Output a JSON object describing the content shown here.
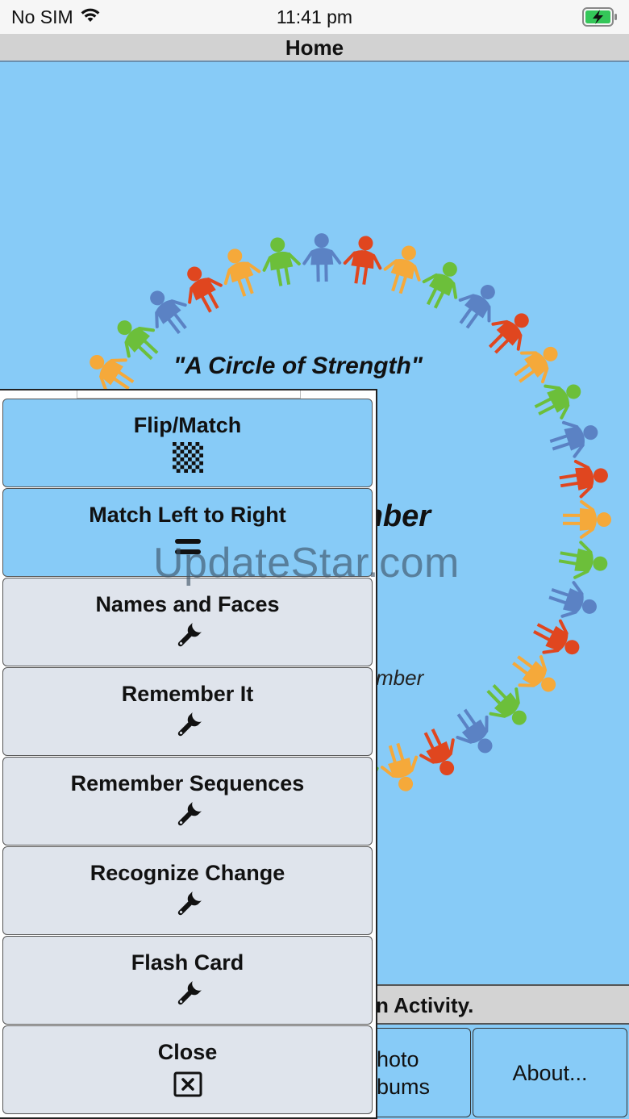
{
  "status_bar": {
    "carrier": "No SIM",
    "time": "11:41 pm",
    "wifi_icon": "wifi-icon",
    "battery_icon": "battery-charging-icon",
    "battery_color": "#34c759"
  },
  "title_bar": {
    "title": "Home"
  },
  "main": {
    "tagline": "\"A Circle of Strength\"",
    "app_title_partial": "ember",
    "registered_mark": "®",
    "subtitle_partial": "mber",
    "watermark": "UpdateStar.com",
    "figure_colors": [
      "#e0461f",
      "#f5a93a",
      "#6cbf3a",
      "#5b82c4"
    ],
    "background_color": "#87cbf7"
  },
  "instruction_bar": {
    "text_partial": "n Activity."
  },
  "bottom_buttons": [
    {
      "label_line1": "hoto",
      "label_line2": "bums"
    },
    {
      "label": "About..."
    }
  ],
  "menu": {
    "items": [
      {
        "label": "Flip/Match",
        "icon": "checkerboard-icon",
        "style": "blue"
      },
      {
        "label": "Match Left to Right",
        "icon": "equals-icon",
        "style": "blue"
      },
      {
        "label": "Names and Faces",
        "icon": "wrench-icon",
        "style": "gray"
      },
      {
        "label": "Remember It",
        "icon": "wrench-icon",
        "style": "gray"
      },
      {
        "label": "Remember Sequences",
        "icon": "wrench-icon",
        "style": "gray"
      },
      {
        "label": "Recognize Change",
        "icon": "wrench-icon",
        "style": "gray"
      },
      {
        "label": "Flash Card",
        "icon": "wrench-icon",
        "style": "gray"
      },
      {
        "label": "Close",
        "icon": "close-box-icon",
        "style": "gray"
      }
    ]
  }
}
